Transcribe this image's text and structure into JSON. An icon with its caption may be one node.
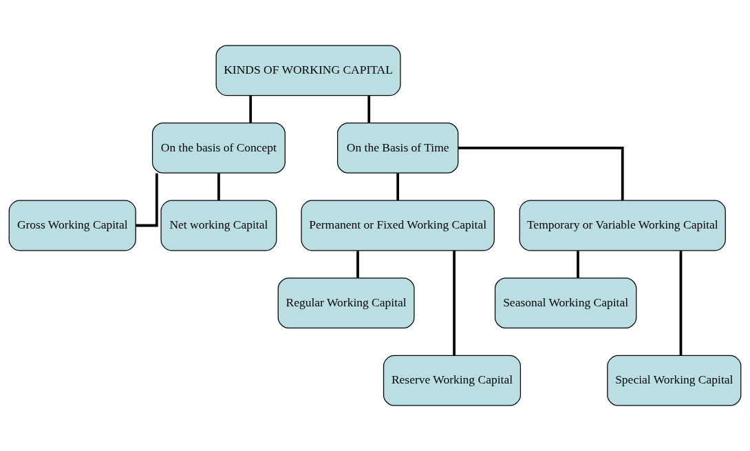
{
  "diagram": {
    "nodes": [
      {
        "text": [
          "KINDS OF WORKING CAPITAL"
        ]
      },
      {
        "text": [
          "On the basis of Concept"
        ]
      },
      {
        "text": [
          "On the Basis of Time"
        ]
      },
      {
        "text": [
          "Gross Working Capital"
        ]
      },
      {
        "text": [
          "Net working Capital"
        ]
      },
      {
        "text": [
          "Permanent or Fixed Working Capital"
        ]
      },
      {
        "text": [
          "Temporary or Variable Working Capital"
        ]
      },
      {
        "text": [
          "Regular Working Capital"
        ]
      },
      {
        "text": [
          "Reserve Working Capital"
        ]
      },
      {
        "text": [
          "Seasonal Working Capital"
        ]
      },
      {
        "text": [
          "Special Working Capital"
        ]
      }
    ],
    "edges": [
      {
        "from": 0,
        "to": 1,
        "arrow": "none"
      },
      {
        "from": 0,
        "to": 2,
        "arrow": "none"
      },
      {
        "from": 1,
        "to": 3,
        "arrow": "none"
      },
      {
        "from": 1,
        "to": 4,
        "arrow": "none"
      },
      {
        "from": 2,
        "to": 5,
        "arrow": "none"
      },
      {
        "from": 2,
        "to": 6,
        "arrow": "none"
      },
      {
        "from": 5,
        "to": 7,
        "arrow": "none"
      },
      {
        "from": 5,
        "to": 8,
        "arrow": "none"
      },
      {
        "from": 6,
        "to": 9,
        "arrow": "none"
      },
      {
        "from": 6,
        "to": 10,
        "arrow": "none"
      }
    ]
  }
}
